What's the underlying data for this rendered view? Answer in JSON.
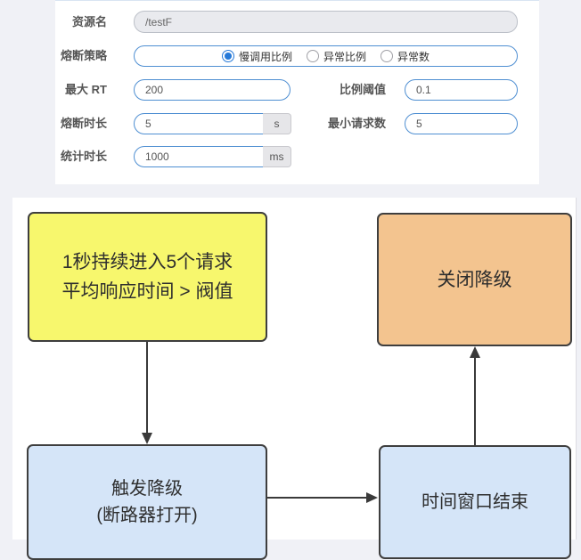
{
  "form": {
    "fields": {
      "resource": {
        "label": "资源名",
        "value": "/testF"
      },
      "strategy": {
        "label": "熔断策略",
        "options": [
          {
            "label": "慢调用比例",
            "selected": true
          },
          {
            "label": "异常比例",
            "selected": false
          },
          {
            "label": "异常数",
            "selected": false
          }
        ]
      },
      "max_rt": {
        "label": "最大 RT",
        "value": "200"
      },
      "ratio_threshold": {
        "label": "比例阈值",
        "value": "0.1"
      },
      "break_duration": {
        "label": "熔断时长",
        "value": "5",
        "unit": "s"
      },
      "min_requests": {
        "label": "最小请求数",
        "value": "5"
      },
      "stat_duration": {
        "label": "统计时长",
        "value": "1000",
        "unit": "ms"
      }
    }
  },
  "diagram": {
    "nodes": {
      "condition": {
        "line1": "1秒持续进入5个请求",
        "line2": "平均响应时间 > 阀值",
        "fill": "#f7f76d"
      },
      "close_degrade": {
        "label": "关闭降级",
        "fill": "#f3c48f"
      },
      "trigger_degrade": {
        "line1": "触发降级",
        "line2": "(断路器打开)",
        "fill": "#d5e5f8"
      },
      "window_end": {
        "label": "时间窗口结束",
        "fill": "#d5e5f8"
      }
    },
    "edges": [
      {
        "from": "condition",
        "to": "trigger_degrade"
      },
      {
        "from": "trigger_degrade",
        "to": "window_end"
      },
      {
        "from": "window_end",
        "to": "close_degrade"
      }
    ]
  },
  "colors": {
    "page_bg": "#f0f1f6",
    "panel_bg": "#ffffff",
    "input_border": "#4f8fd2",
    "disabled_input_bg": "#e9eaee",
    "addon_bg": "#e6e6e9",
    "radio_selected": "#2679d8",
    "node_border": "#3e3e3e",
    "arrow": "#3a3a3a",
    "node_yellow": "#f7f76d",
    "node_orange": "#f3c48f",
    "node_blue": "#d5e5f8"
  }
}
